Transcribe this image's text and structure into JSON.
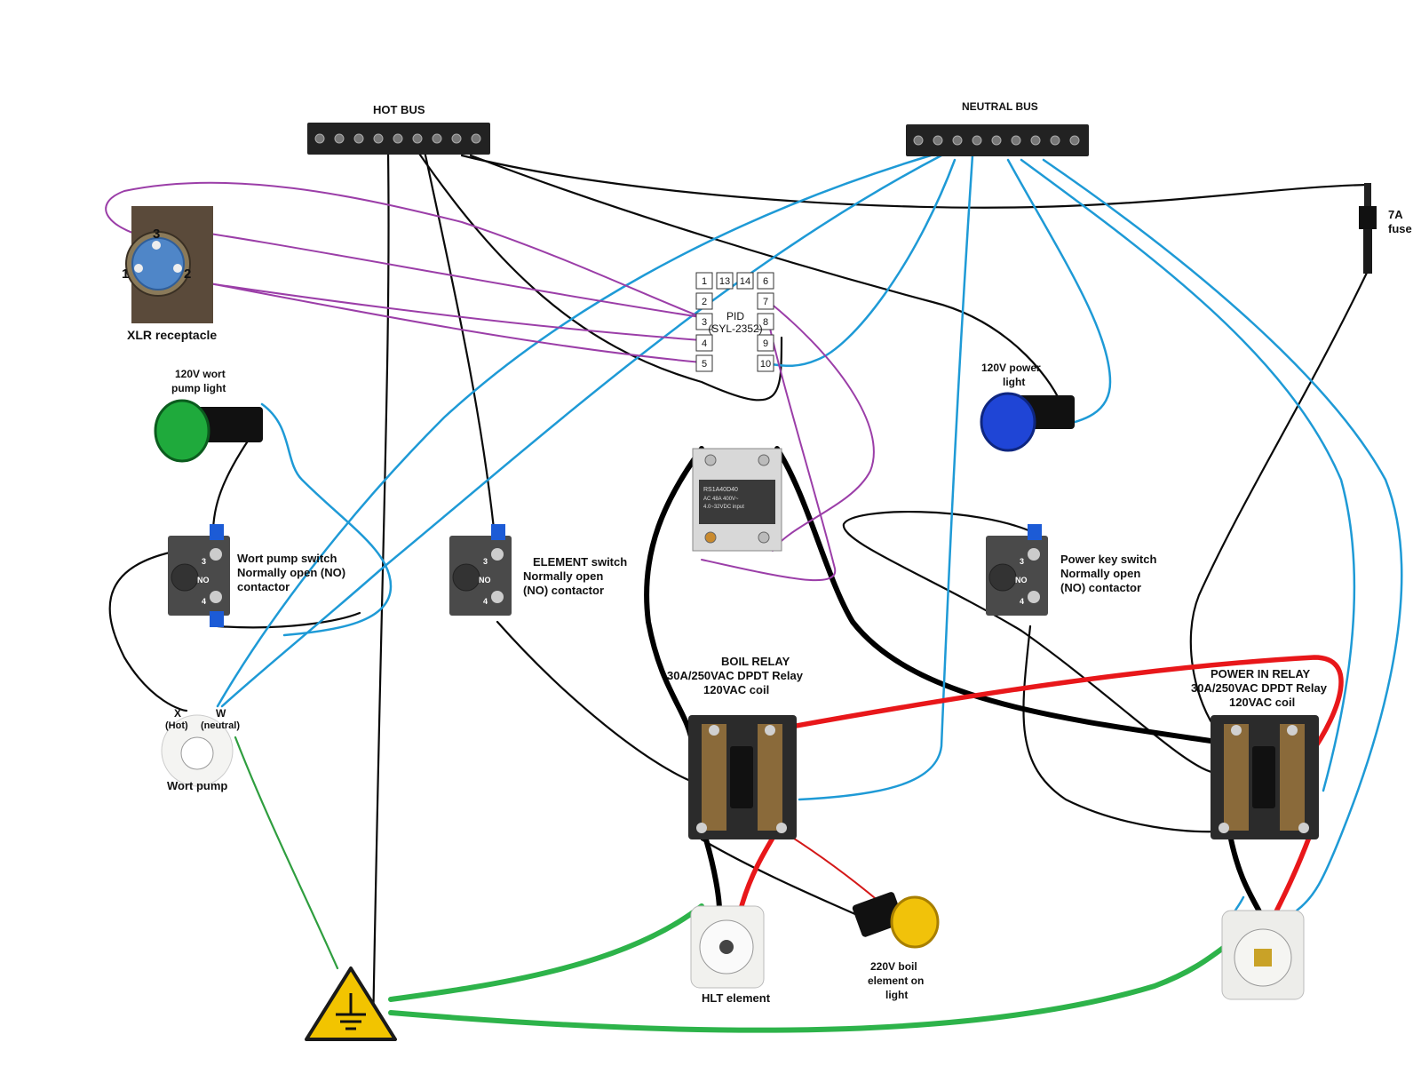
{
  "labels": {
    "hot_bus": "HOT BUS",
    "neutral_bus": "NEUTRAL BUS",
    "fuse": [
      "7A",
      "fuse"
    ],
    "xlr": "XLR receptacle",
    "xlr_pins": [
      "3",
      "1",
      "2"
    ],
    "pid": [
      "PID",
      "(SYL-2352)"
    ],
    "pid_terminals": [
      "1",
      "13",
      "14",
      "6",
      "2",
      "7",
      "3",
      "8",
      "4",
      "9",
      "5",
      "10"
    ],
    "pump_light": [
      "120V wort",
      "pump light"
    ],
    "power_light": [
      "120V power",
      "light"
    ],
    "wort_switch": [
      "Wort pump switch",
      "Normally open (NO)",
      "contactor"
    ],
    "element_switch": [
      "ELEMENT switch",
      "Normally open",
      "(NO) contactor"
    ],
    "power_switch": [
      "Power key switch",
      "Normally open",
      "(NO) contactor"
    ],
    "boil_relay": [
      "BOIL  RELAY",
      "30A/250VAC DPDT Relay",
      "120VAC coil"
    ],
    "power_relay": [
      "POWER IN RELAY",
      "30A/250VAC DPDT Relay",
      "120VAC coil"
    ],
    "pump_receptacle_pins": [
      "X",
      "(Hot)",
      "W",
      "(neutral)"
    ],
    "wort_pump": "Wort pump",
    "hlt": "HLT element",
    "boil_light": [
      "220V boil",
      "element on",
      "light"
    ],
    "ssr_text": [
      "RS1A40D40",
      "AC 48A 400V~",
      "4.0~32VDC input"
    ],
    "switch_marks": [
      "3",
      "NO",
      "4"
    ]
  },
  "colors": {
    "hot_wire": "#0a0a0a",
    "neutral_wire": "#1e9ad6",
    "signal_wire": "#9b3ea8",
    "power_wire": "#e8171a",
    "ground_wire": "#2db34a",
    "pump_light": "#1faa3c",
    "power_light": "#1f45d6",
    "boil_light": "#f1c20a"
  },
  "icons": {
    "ground": "ground-warning-icon",
    "switch": "push-button-switch-icon",
    "light": "pilot-light-icon",
    "relay": "dpdt-relay-icon",
    "receptacle": "twist-lock-receptacle-icon"
  }
}
